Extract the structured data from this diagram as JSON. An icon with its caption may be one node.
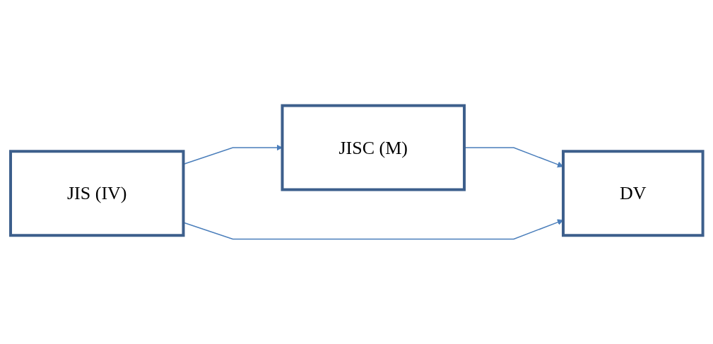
{
  "diagram": {
    "nodes": [
      {
        "text": [
          "JIS (IV)"
        ]
      },
      {
        "text": [
          "JISC (M)"
        ]
      },
      {
        "text": [
          "DV"
        ]
      }
    ],
    "edges": [
      {
        "from": 0,
        "to": 1,
        "arrow": "to"
      },
      {
        "from": 1,
        "to": 2,
        "arrow": "to"
      },
      {
        "from": 0,
        "to": 2,
        "arrow": "to"
      }
    ]
  }
}
